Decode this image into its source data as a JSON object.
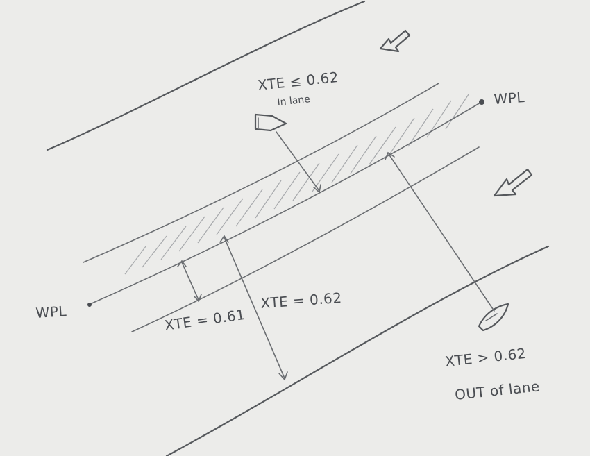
{
  "labels": {
    "inside_value": "XTE ≤ 0.62",
    "inside_status": "In lane",
    "waypoint_next": "WPL",
    "waypoint_prev": "WPL",
    "half_width": "XTE = 0.61",
    "full_width": "XTE = 0.62",
    "outside_value": "XTE > 0.62",
    "outside_status": "OUT of lane"
  },
  "colors": {
    "paper": "#ececea",
    "pencil": "#55585c",
    "hatch": "#a7a9ac"
  },
  "icons": {
    "traffic_arrow_up": "hollow-arrow-up-right",
    "traffic_arrow_down": "hollow-arrow-down-left",
    "vessel_in_lane": "ship-outline-icon",
    "vessel_out_of_lane": "ship-outline-icon"
  }
}
